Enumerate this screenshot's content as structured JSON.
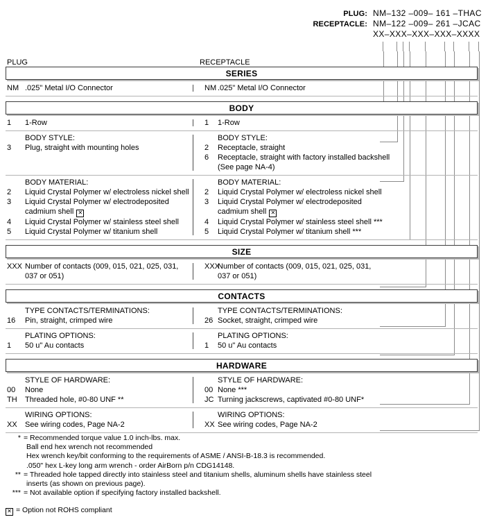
{
  "part_numbers": {
    "rows": [
      {
        "label": "PLUG:",
        "value": "NM–132 –009– 161 –THAC"
      },
      {
        "label": "RECEPTACLE:",
        "value": "NM–122 –009– 261 –JCAC"
      }
    ],
    "template": "XX–XXX–XXX–XXX–XXXX"
  },
  "captions": {
    "left": "PLUG",
    "right": "RECEPTACLE"
  },
  "sections": [
    {
      "title": "SERIES",
      "groups": [
        {
          "left": {
            "title": "",
            "options": [
              {
                "code": "NM",
                "text": ".025\" Metal I/O Connector"
              }
            ]
          },
          "right": {
            "title": "",
            "options": [
              {
                "code": "NM",
                "text": ".025\" Metal I/O Connector"
              }
            ]
          }
        }
      ]
    },
    {
      "title": "BODY",
      "groups": [
        {
          "left": {
            "title": "",
            "options": [
              {
                "code": "1",
                "text": "1-Row"
              }
            ]
          },
          "right": {
            "title": "",
            "options": [
              {
                "code": "1",
                "text": "1-Row"
              }
            ]
          }
        },
        {
          "left": {
            "title": "BODY STYLE:",
            "options": [
              {
                "code": "3",
                "text": "Plug, straight with mounting holes"
              }
            ]
          },
          "right": {
            "title": "BODY STYLE:",
            "options": [
              {
                "code": "2",
                "text": "Receptacle, straight"
              },
              {
                "code": "6",
                "text": "Receptacle, straight with factory installed backshell"
              }
            ],
            "continuation": "(See page NA-4)"
          }
        },
        {
          "left": {
            "title": "BODY MATERIAL:",
            "options": [
              {
                "code": "2",
                "text": "Liquid Crystal Polymer w/ electroless nickel shell"
              },
              {
                "code": "3",
                "text": "Liquid Crystal Polymer w/ electrodeposited"
              },
              {
                "code": "4",
                "text": "Liquid Crystal Polymer w/ stainless steel shell"
              },
              {
                "code": "5",
                "text": "Liquid Crystal Polymer w/ titanium shell"
              }
            ],
            "continuation": "cadmium shell",
            "continuation_rohs": true,
            "continuation_after": 1
          },
          "right": {
            "title": "BODY MATERIAL:",
            "options": [
              {
                "code": "2",
                "text": "Liquid Crystal Polymer w/ electroless nickel shell"
              },
              {
                "code": "3",
                "text": "Liquid Crystal Polymer w/ electrodeposited"
              },
              {
                "code": "4",
                "text": "Liquid Crystal Polymer w/ stainless steel shell ***"
              },
              {
                "code": "5",
                "text": "Liquid Crystal Polymer w/ titanium shell ***"
              }
            ],
            "continuation": "cadmium shell",
            "continuation_rohs": true,
            "continuation_after": 1
          }
        }
      ]
    },
    {
      "title": "SIZE",
      "groups": [
        {
          "left": {
            "title": "",
            "options": [
              {
                "code": "XXX",
                "text": "Number of contacts (009, 015, 021, 025, 031,"
              }
            ],
            "continuation": "037 or 051)"
          },
          "right": {
            "title": "",
            "options": [
              {
                "code": "XXX",
                "text": "Number of contacts (009, 015, 021, 025, 031,"
              }
            ],
            "continuation": "037 or 051)"
          }
        }
      ]
    },
    {
      "title": "CONTACTS",
      "groups": [
        {
          "left": {
            "title": "TYPE CONTACTS/TERMINATIONS:",
            "options": [
              {
                "code": "16",
                "text": "Pin, straight, crimped wire"
              }
            ]
          },
          "right": {
            "title": "TYPE CONTACTS/TERMINATIONS:",
            "options": [
              {
                "code": "26",
                "text": "Socket, straight, crimped wire"
              }
            ]
          }
        },
        {
          "left": {
            "title": "PLATING OPTIONS:",
            "options": [
              {
                "code": "1",
                "text": "50 u\" Au contacts"
              }
            ]
          },
          "right": {
            "title": "PLATING OPTIONS:",
            "options": [
              {
                "code": "1",
                "text": "50 u\" Au contacts"
              }
            ]
          }
        }
      ]
    },
    {
      "title": "HARDWARE",
      "groups": [
        {
          "left": {
            "title": "STYLE OF HARDWARE:",
            "options": [
              {
                "code": "00",
                "text": "None"
              },
              {
                "code": "TH",
                "text": "Threaded hole, #0-80 UNF  **"
              }
            ]
          },
          "right": {
            "title": "STYLE OF HARDWARE:",
            "options": [
              {
                "code": "00",
                "text": "None  ***"
              },
              {
                "code": "JC",
                "text": "Turning jackscrews, captivated #0-80 UNF*"
              }
            ]
          }
        },
        {
          "left": {
            "title": "WIRING OPTIONS:",
            "options": [
              {
                "code": "XX",
                "text": "See wiring codes, Page NA-2"
              }
            ]
          },
          "right": {
            "title": "WIRING OPTIONS:",
            "options": [
              {
                "code": "XX",
                "text": "See wiring codes, Page NA-2"
              }
            ]
          }
        }
      ]
    }
  ],
  "footnotes": [
    {
      "mark": "*",
      "text": "= Recommended torque value 1.0 inch-lbs. max.",
      "subs": [
        "Ball end hex wrench not recommended",
        "Hex wrench key/bit conforming to the requirements of ASME / ANSI-B-18.3 is recommended.",
        ".050\" hex L-key long arm wrench - order AirBorn p/n CDG14148."
      ]
    },
    {
      "mark": "**",
      "text": "= Threaded hole tapped directly into stainless steel and titanium shells, aluminum shells have stainless steel",
      "subs": [
        "inserts (as shown on previous page)."
      ]
    },
    {
      "mark": "***",
      "text": "= Not available option if specifying factory installed backshell.",
      "subs": []
    }
  ],
  "rohs_note": "= Option not ROHS compliant",
  "rohs_symbol": "✕"
}
